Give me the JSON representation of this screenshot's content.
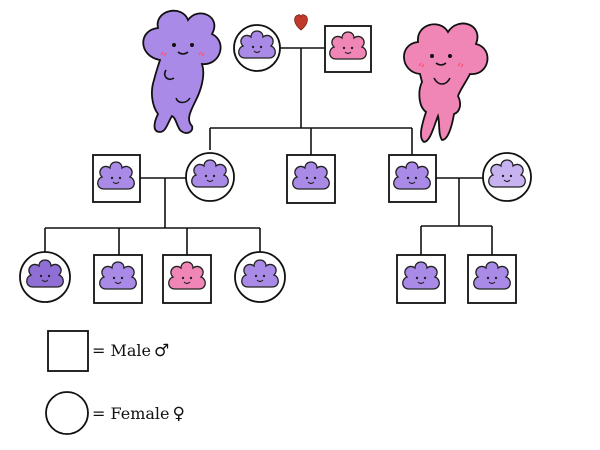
{
  "legend": {
    "male_label": "= Male",
    "male_symbol": "♂",
    "female_label": "= Female",
    "female_symbol": "♀"
  },
  "heart_icon": "heart",
  "colors": {
    "purple": "#a98ae6",
    "purple_dark": "#8f6fd6",
    "pink": "#ef86b6",
    "pink_dark": "#e36aa2",
    "lavender": "#c8b3f1",
    "line": "#111111",
    "heart": "#c0392b",
    "blush": "#ff6f8f"
  },
  "family": {
    "parents": [
      {
        "sex": "female",
        "color": "purple",
        "name": "grandmother"
      },
      {
        "sex": "male",
        "color": "pink",
        "name": "grandfather"
      }
    ],
    "children": [
      {
        "sex": "male",
        "color": "purple",
        "partner": "spouse"
      },
      {
        "sex": "female",
        "color": "purple",
        "partner": "child"
      },
      {
        "sex": "male",
        "color": "purple"
      },
      {
        "sex": "male",
        "color": "purple",
        "partner": "child"
      },
      {
        "sex": "female",
        "color": "lavender",
        "partner": "spouse"
      }
    ],
    "grandchildren_left": [
      {
        "sex": "female",
        "color": "purple"
      },
      {
        "sex": "male",
        "color": "purple"
      },
      {
        "sex": "male",
        "color": "pink"
      },
      {
        "sex": "female",
        "color": "purple"
      }
    ],
    "grandchildren_right": [
      {
        "sex": "male",
        "color": "purple"
      },
      {
        "sex": "male",
        "color": "purple"
      }
    ]
  }
}
